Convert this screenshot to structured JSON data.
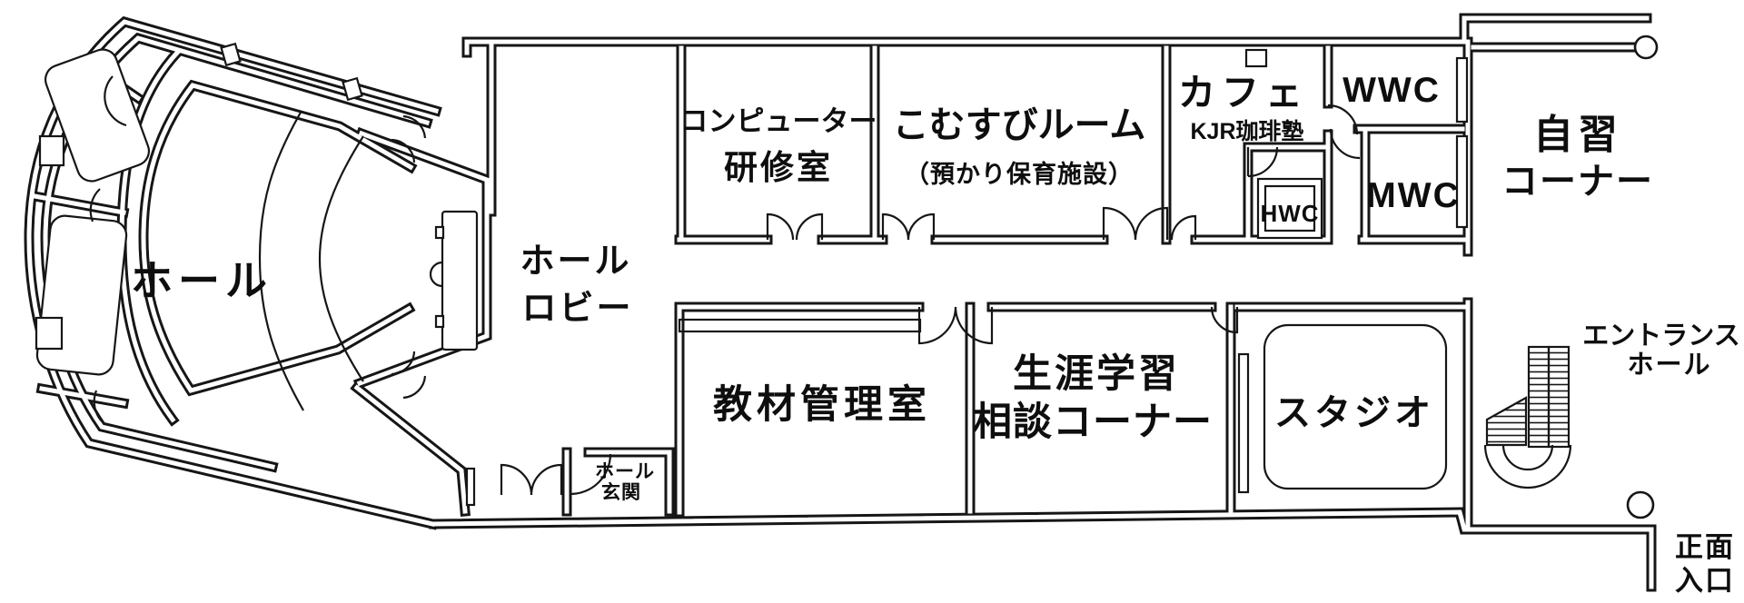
{
  "diagram": {
    "type": "building-floor-plan",
    "colors": {
      "line": "#161616",
      "paper": "#ffffff"
    },
    "rooms": {
      "hall": {
        "label": "ホール"
      },
      "hall_lobby": {
        "lines": [
          "ホール",
          "ロビー"
        ]
      },
      "computer_room": {
        "lines": [
          "コンピューター",
          "研修室"
        ]
      },
      "komusubi": {
        "lines": [
          "こむすびルーム",
          "（預かり保育施設）"
        ]
      },
      "cafe": {
        "lines": [
          "カフェ",
          "KJR珈琲塾"
        ]
      },
      "wwc": {
        "label": "WWC"
      },
      "hwc": {
        "label": "HWC"
      },
      "mwc": {
        "label": "MWC"
      },
      "self_study": {
        "lines": [
          "自習",
          "コーナー"
        ]
      },
      "materials_room": {
        "label": "教材管理室"
      },
      "lifelong_learning": {
        "lines": [
          "生涯学習",
          "相談コーナー"
        ]
      },
      "studio": {
        "label": "スタジオ"
      },
      "hall_entrance": {
        "lines": [
          "ホール",
          "玄関"
        ]
      },
      "entrance_hall": {
        "lines": [
          "エントランス",
          "ホール"
        ]
      },
      "main_entrance": {
        "lines": [
          "正面",
          "入口"
        ]
      }
    }
  }
}
